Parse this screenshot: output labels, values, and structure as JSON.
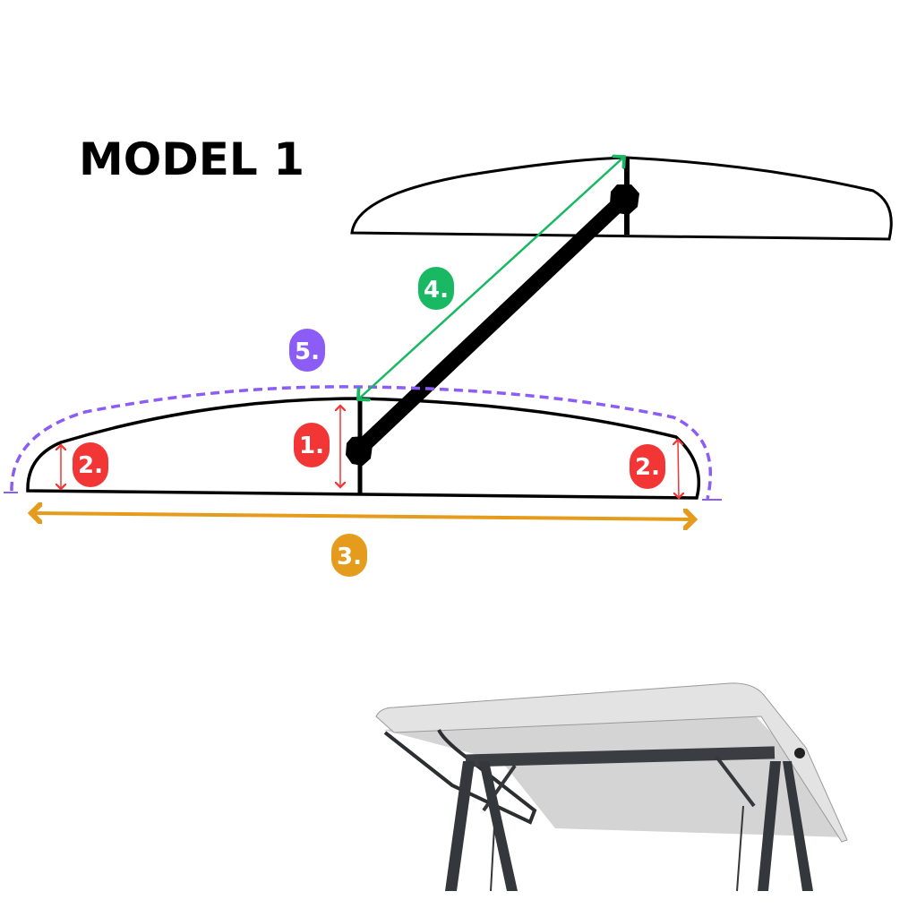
{
  "title": "MODEL 1",
  "labels": {
    "center_height": "1.",
    "end_height_left": "2.",
    "end_height_right": "2.",
    "width": "3.",
    "depth": "4.",
    "arc_length": "5."
  },
  "colors": {
    "height": "#f23636",
    "width": "#e59b1c",
    "depth": "#19b863",
    "arc": "#8b5cf6",
    "outline": "#000000",
    "fabric": "#d9d9d9",
    "frame": "#3a3d42"
  }
}
